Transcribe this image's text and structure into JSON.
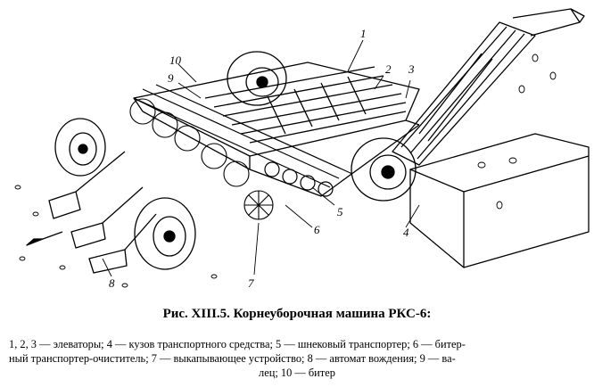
{
  "figure": {
    "labels": [
      "1",
      "2",
      "3",
      "4",
      "5",
      "6",
      "7",
      "8",
      "9",
      "10"
    ]
  },
  "title": "Рис. XIII.5. Корнеуборочная машина РКС-6:",
  "caption": {
    "line1": "1, 2, 3 — элеваторы; 4 — кузов транспортного средства; 5 — шнековый транспортер; 6 — битер-",
    "line2": "ный транспортер-очиститель; 7 — выкапывающее устройство; 8 — автомат вождения; 9 — ва-",
    "line3": "лец; 10 — битер"
  }
}
